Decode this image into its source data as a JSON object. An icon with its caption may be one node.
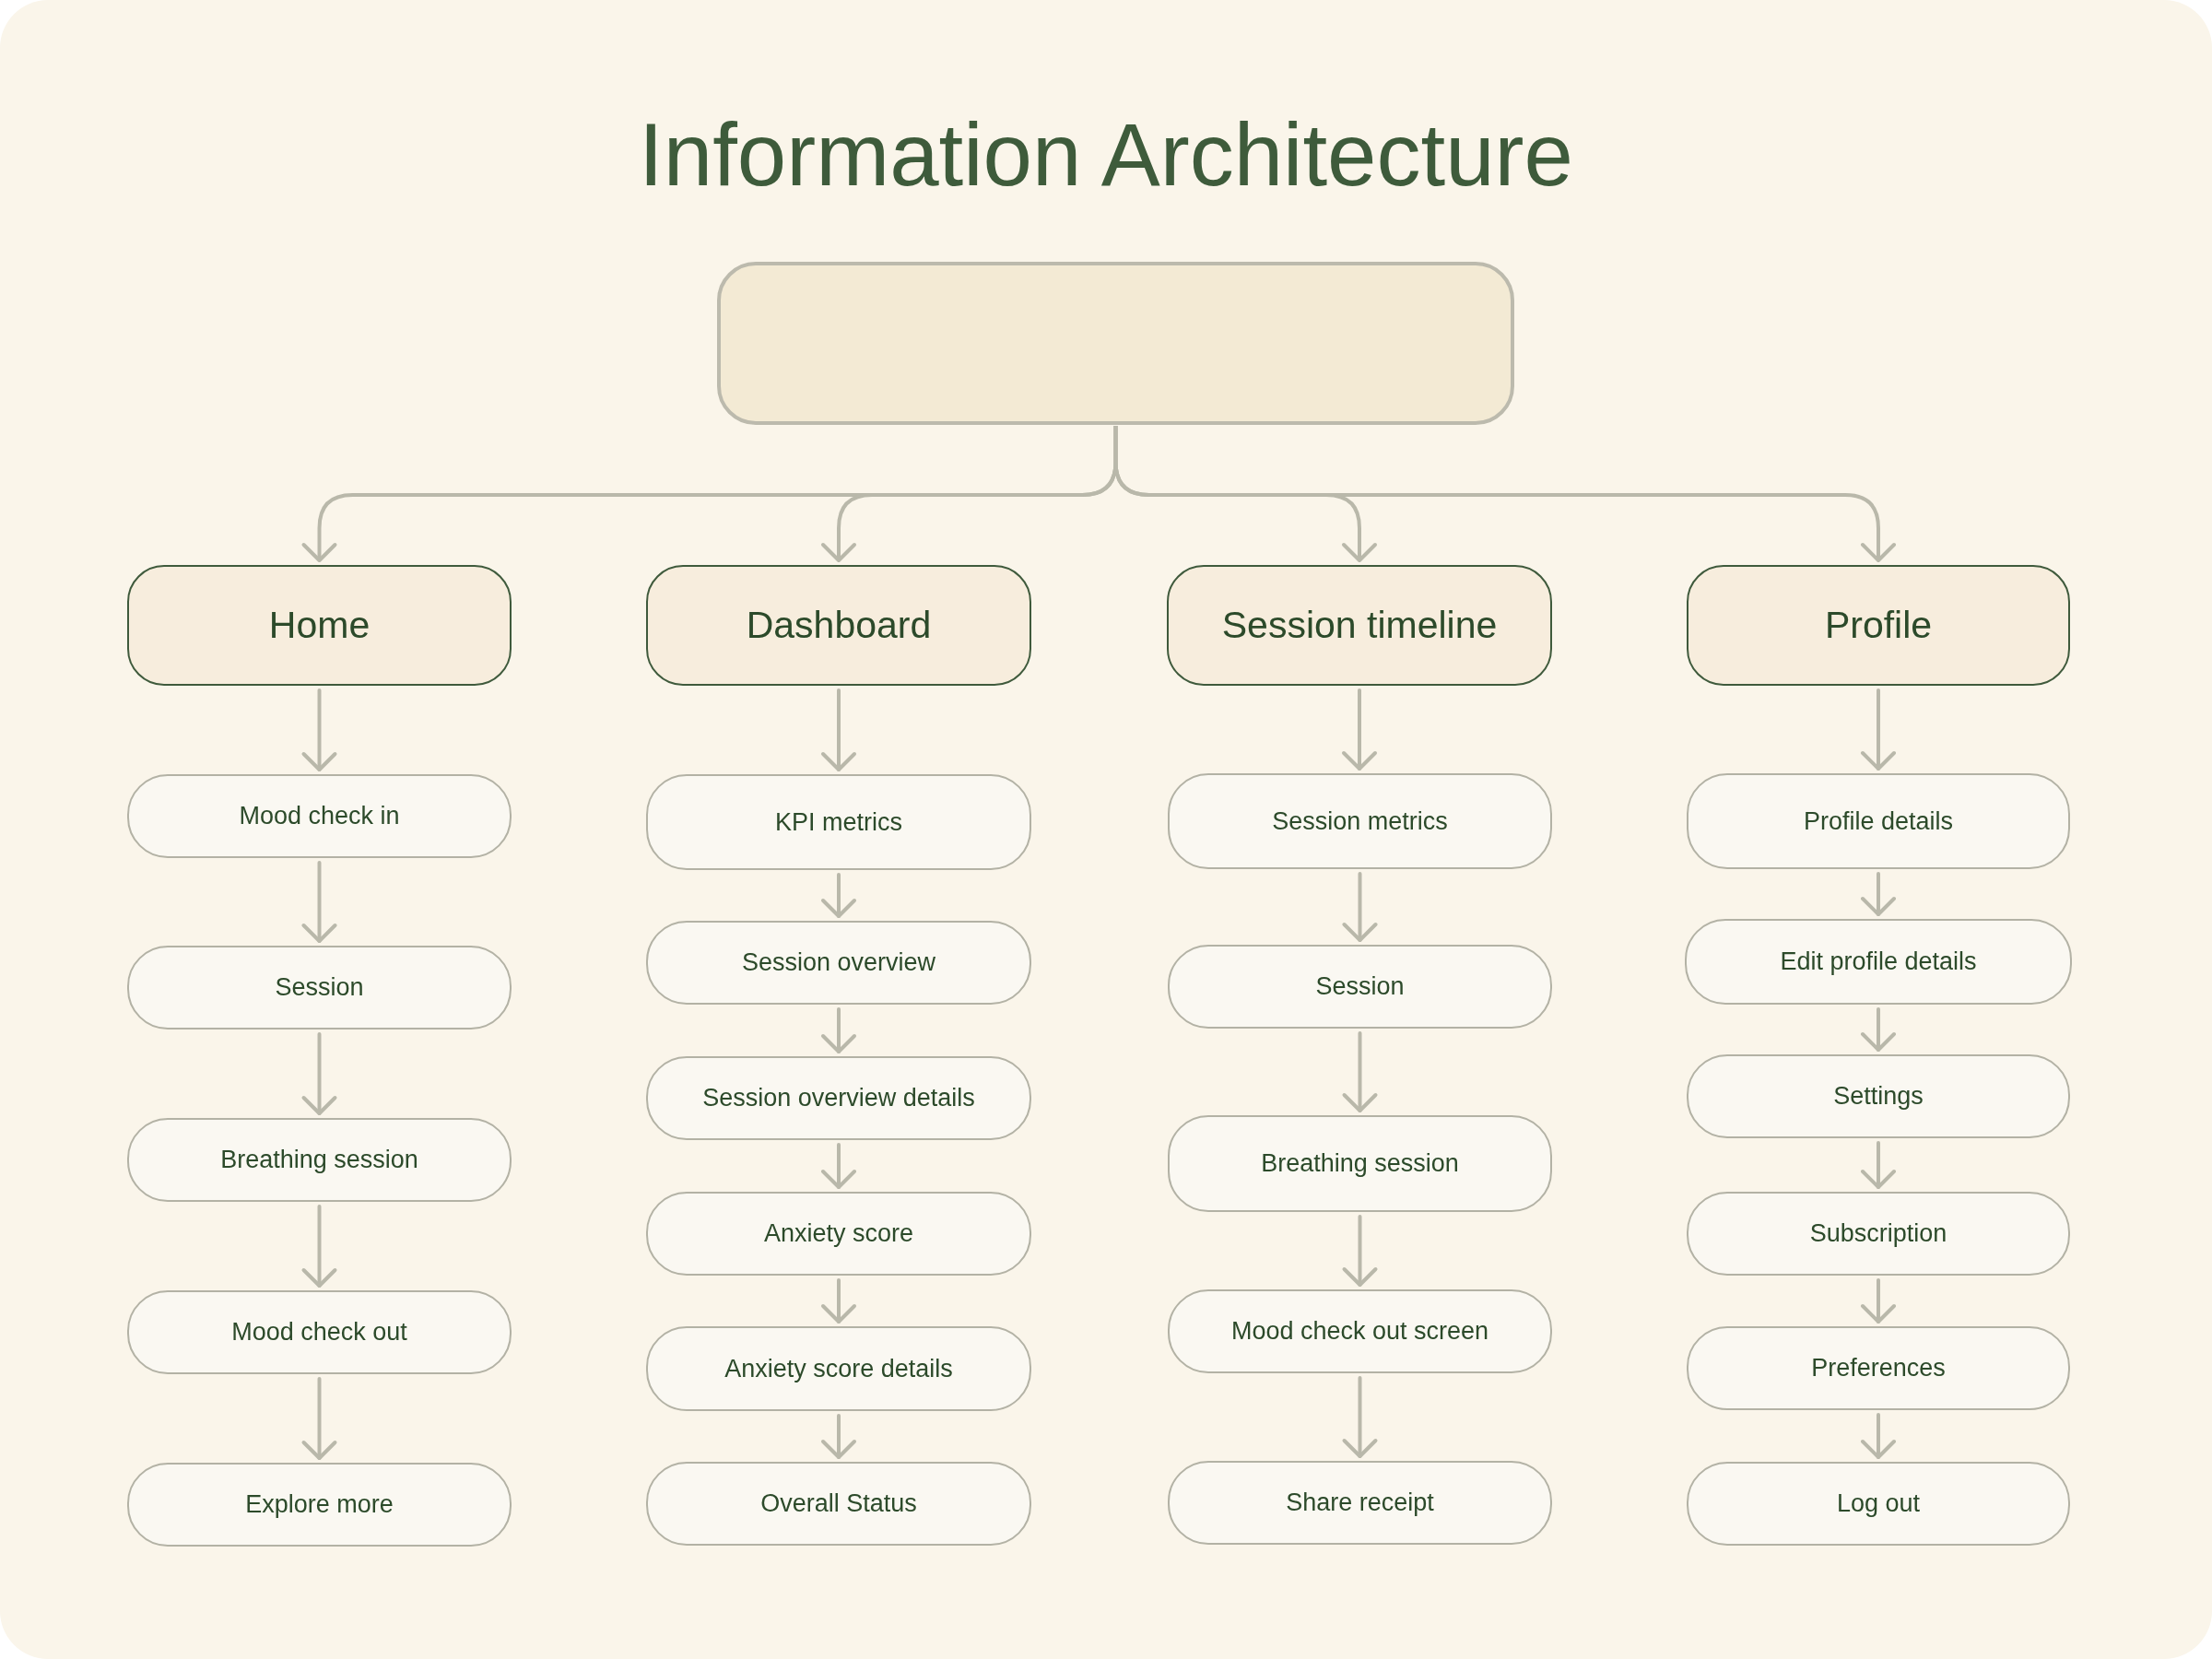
{
  "diagram": {
    "title": "Information Architecture",
    "nodes": [
      {
        "text": [],
        "shape": "box"
      },
      {
        "text": [
          "Home"
        ]
      },
      {
        "text": [
          "Mood check in"
        ]
      },
      {
        "text": [
          "Session"
        ]
      },
      {
        "text": [
          "Breathing session"
        ]
      },
      {
        "text": [
          "Mood check out"
        ]
      },
      {
        "text": [
          "Explore more"
        ]
      },
      {
        "text": [
          "Dashboard"
        ]
      },
      {
        "text": [
          "KPI metrics"
        ]
      },
      {
        "text": [
          "Session overview"
        ]
      },
      {
        "text": [
          "Session overview details"
        ]
      },
      {
        "text": [
          "Anxiety score"
        ]
      },
      {
        "text": [
          "Anxiety score details"
        ]
      },
      {
        "text": [
          "Overall Status"
        ]
      },
      {
        "text": [
          "Session timeline"
        ]
      },
      {
        "text": [
          "Session metrics"
        ]
      },
      {
        "text": [
          "Session"
        ]
      },
      {
        "text": [
          "Breathing session"
        ]
      },
      {
        "text": [
          "Mood check out screen"
        ]
      },
      {
        "text": [
          "Share receipt"
        ]
      },
      {
        "text": [
          "Profile"
        ]
      },
      {
        "text": [
          "Profile details"
        ]
      },
      {
        "text": [
          "Edit profile details"
        ]
      },
      {
        "text": [
          "Settings"
        ]
      },
      {
        "text": [
          "Subscription"
        ]
      },
      {
        "text": [
          "Preferences"
        ]
      },
      {
        "text": [
          "Log out"
        ]
      }
    ],
    "edges": [
      {
        "from": 0,
        "to": 1,
        "arrow": "to"
      },
      {
        "from": 0,
        "to": 7,
        "arrow": "to"
      },
      {
        "from": 0,
        "to": 14,
        "arrow": "to"
      },
      {
        "from": 0,
        "to": 20,
        "arrow": "to"
      },
      {
        "from": 1,
        "to": 2,
        "arrow": "to"
      },
      {
        "from": 2,
        "to": 3,
        "arrow": "to"
      },
      {
        "from": 3,
        "to": 4,
        "arrow": "to"
      },
      {
        "from": 4,
        "to": 5,
        "arrow": "to"
      },
      {
        "from": 5,
        "to": 6,
        "arrow": "to"
      },
      {
        "from": 7,
        "to": 8,
        "arrow": "to"
      },
      {
        "from": 8,
        "to": 9,
        "arrow": "to"
      },
      {
        "from": 9,
        "to": 10,
        "arrow": "to"
      },
      {
        "from": 10,
        "to": 11,
        "arrow": "to"
      },
      {
        "from": 11,
        "to": 12,
        "arrow": "to"
      },
      {
        "from": 12,
        "to": 13,
        "arrow": "to"
      },
      {
        "from": 14,
        "to": 15,
        "arrow": "to"
      },
      {
        "from": 15,
        "to": 16,
        "arrow": "to"
      },
      {
        "from": 16,
        "to": 17,
        "arrow": "to"
      },
      {
        "from": 17,
        "to": 18,
        "arrow": "to"
      },
      {
        "from": 18,
        "to": 19,
        "arrow": "to"
      },
      {
        "from": 20,
        "to": 21,
        "arrow": "to"
      },
      {
        "from": 21,
        "to": 22,
        "arrow": "to"
      },
      {
        "from": 22,
        "to": 23,
        "arrow": "to"
      },
      {
        "from": 23,
        "to": 24,
        "arrow": "to"
      },
      {
        "from": 24,
        "to": 25,
        "arrow": "to"
      },
      {
        "from": 25,
        "to": 26,
        "arrow": "to"
      }
    ]
  }
}
